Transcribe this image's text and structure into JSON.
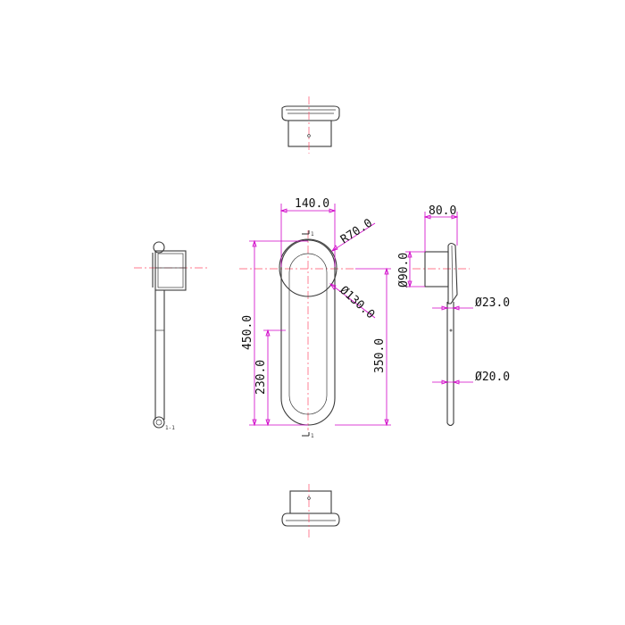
{
  "dimensions": {
    "width_total": "140.0",
    "radius_top": "R70.0",
    "height_total": "450.0",
    "height_lower": "230.0",
    "height_right": "350.0",
    "dia_disc": "Ø130.0",
    "depth": "80.0",
    "dia_base": "Ø90.0",
    "dia_rod_upper": "Ø23.0",
    "dia_rod_lower": "Ø20.0"
  },
  "labels": {
    "section_mark_top": "1",
    "section_mark_bottom": "1",
    "section_label": "1-1"
  },
  "colors": {
    "outline": "#3a3a3a",
    "centerline": "#ff4d6a",
    "dimension": "#d000c8"
  }
}
